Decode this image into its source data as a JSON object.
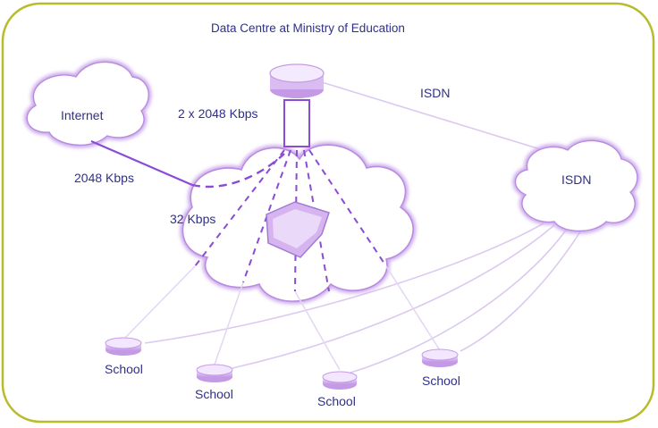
{
  "title": "Data Centre at Ministry of Education",
  "nodes": {
    "internet": "Internet",
    "isdn_cloud": "ISDN",
    "schools": [
      "School",
      "School",
      "School",
      "School"
    ]
  },
  "links": {
    "router_uplink": "2 x 2048 Kbps",
    "internet_link": "2048 Kbps",
    "school_links": "32 Kbps",
    "isdn_link": "ISDN"
  },
  "colors": {
    "frame": "#b8bb2a",
    "cloud_outline": "#b98be0",
    "link": "#8a4bd6",
    "text": "#2f2f8f"
  }
}
